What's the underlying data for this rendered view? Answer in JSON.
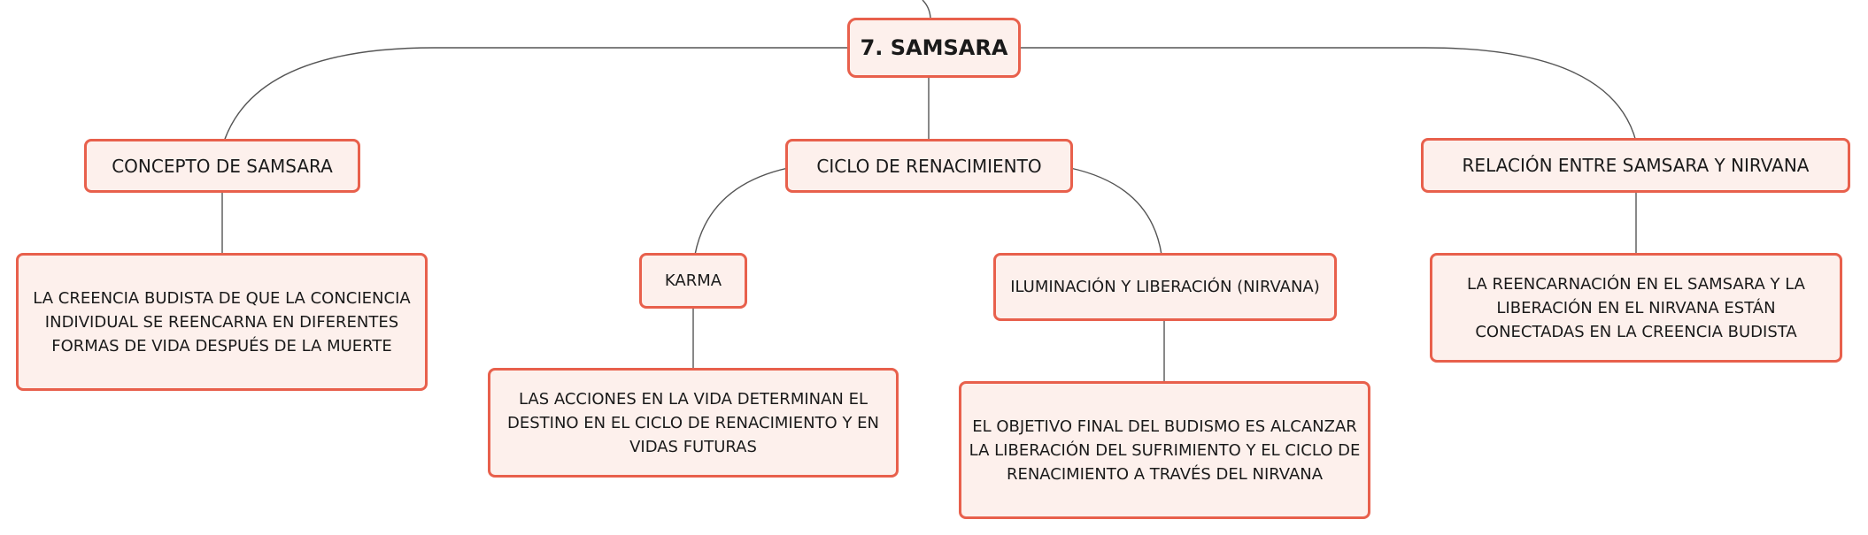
{
  "diagram": {
    "root": {
      "label": "7. SAMSARA"
    },
    "branches": [
      {
        "label": "CONCEPTO DE SAMSARA",
        "detail": "LA CREENCIA BUDISTA DE QUE LA CONCIENCIA INDIVIDUAL SE REENCARNA EN DIFERENTES FORMAS DE VIDA DESPUÉS DE LA MUERTE"
      },
      {
        "label": "CICLO DE RENACIMIENTO",
        "children": [
          {
            "label": "KARMA",
            "detail": "LAS ACCIONES EN LA VIDA DETERMINAN EL DESTINO EN EL CICLO DE RENACIMIENTO Y EN VIDAS FUTURAS"
          },
          {
            "label": "ILUMINACIÓN Y LIBERACIÓN (NIRVANA)",
            "detail": "EL OBJETIVO FINAL DEL BUDISMO ES ALCANZAR LA LIBERACIÓN DEL SUFRIMIENTO Y EL CICLO DE RENACIMIENTO A TRAVÉS DEL NIRVANA"
          }
        ]
      },
      {
        "label": "RELACIÓN ENTRE SAMSARA Y NIRVANA",
        "detail": "LA REENCARNACIÓN EN EL SAMSARA Y LA LIBERACIÓN EN EL NIRVANA ESTÁN CONECTADAS EN LA CREENCIA BUDISTA"
      }
    ]
  },
  "colors": {
    "node_border": "#e8604c",
    "node_fill": "#fdf0ec",
    "connector": "#555555",
    "text": "#1a1a1a"
  }
}
